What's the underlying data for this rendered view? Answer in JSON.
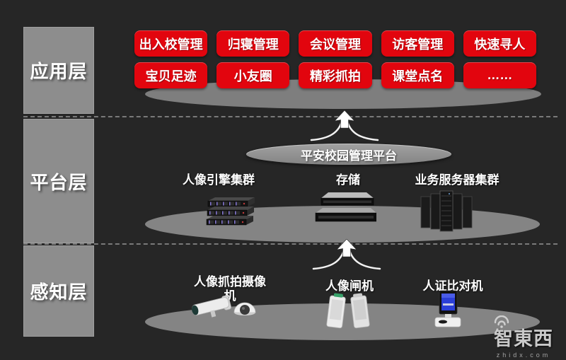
{
  "palette": {
    "background": "#262626",
    "layer_box_gray": "#8d8d8d",
    "platform_ellipse_gray": "#848484",
    "module_red": "#e2050e",
    "text_white": "#ffffff",
    "dashed_line_gray": "#7a7a7a"
  },
  "layers": [
    {
      "label": "应用层"
    },
    {
      "label": "平台层"
    },
    {
      "label": "感知层"
    }
  ],
  "app_layer": {
    "row1": [
      "出入校管理",
      "归寝管理",
      "会议管理",
      "访客管理",
      "快速寻人"
    ],
    "row2": [
      "宝贝足迹",
      "小友圈",
      "精彩抓拍",
      "课堂点名",
      "……"
    ]
  },
  "platform_layer": {
    "hub_label": "平安校园管理平台",
    "items": [
      {
        "label": "人像引擎集群",
        "icon": "rack-server-cluster-icon"
      },
      {
        "label": "存储",
        "icon": "storage-array-icon"
      },
      {
        "label": "业务服务器集群",
        "icon": "server-tower-cluster-icon"
      }
    ]
  },
  "perception_layer": {
    "items": [
      {
        "label": "人像抓拍摄像机",
        "icon": "surveillance-cameras-icon"
      },
      {
        "label": "人像闸机",
        "icon": "face-turnstile-icon"
      },
      {
        "label": "人证比对机",
        "icon": "id-verification-terminal-icon"
      }
    ]
  },
  "watermark": {
    "brand": "智東西",
    "domain": "zhidx.com"
  }
}
